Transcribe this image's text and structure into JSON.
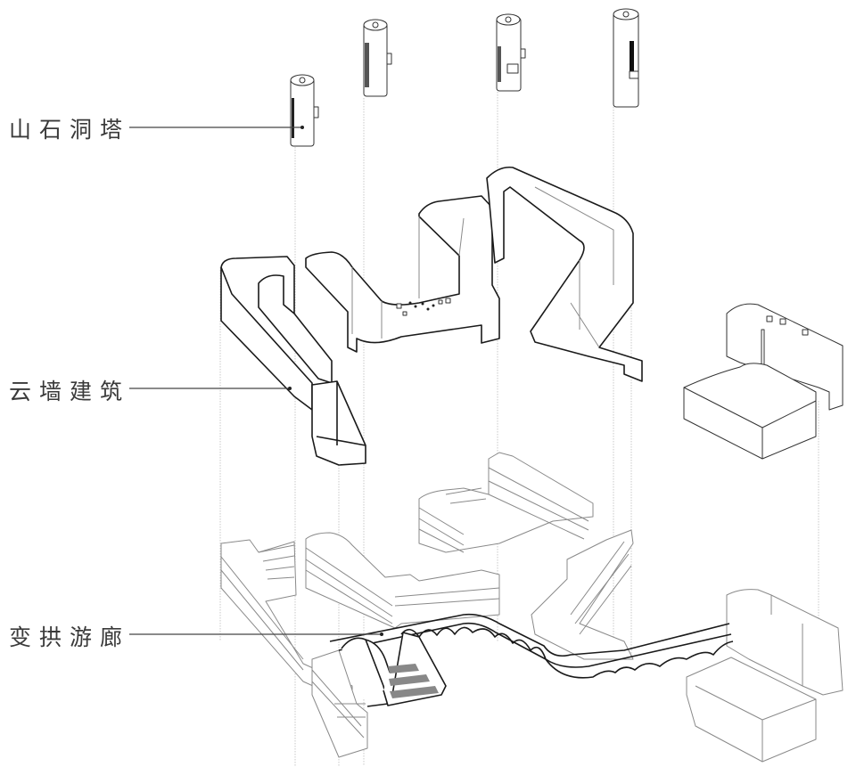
{
  "diagram": {
    "type": "exploded-axonometric",
    "layers": [
      {
        "id": "tower",
        "label": "山石洞塔",
        "count": 4
      },
      {
        "id": "wall",
        "label": "云墙建筑"
      },
      {
        "id": "corridor",
        "label": "变拱游廊"
      }
    ],
    "colors": {
      "label_text": "#3a3a3a",
      "line_dark": "#1a1a1a",
      "line_light": "#8a8a8a",
      "projection": "#c8c8c8",
      "stair_fill": "#888888",
      "background": "#ffffff"
    }
  }
}
